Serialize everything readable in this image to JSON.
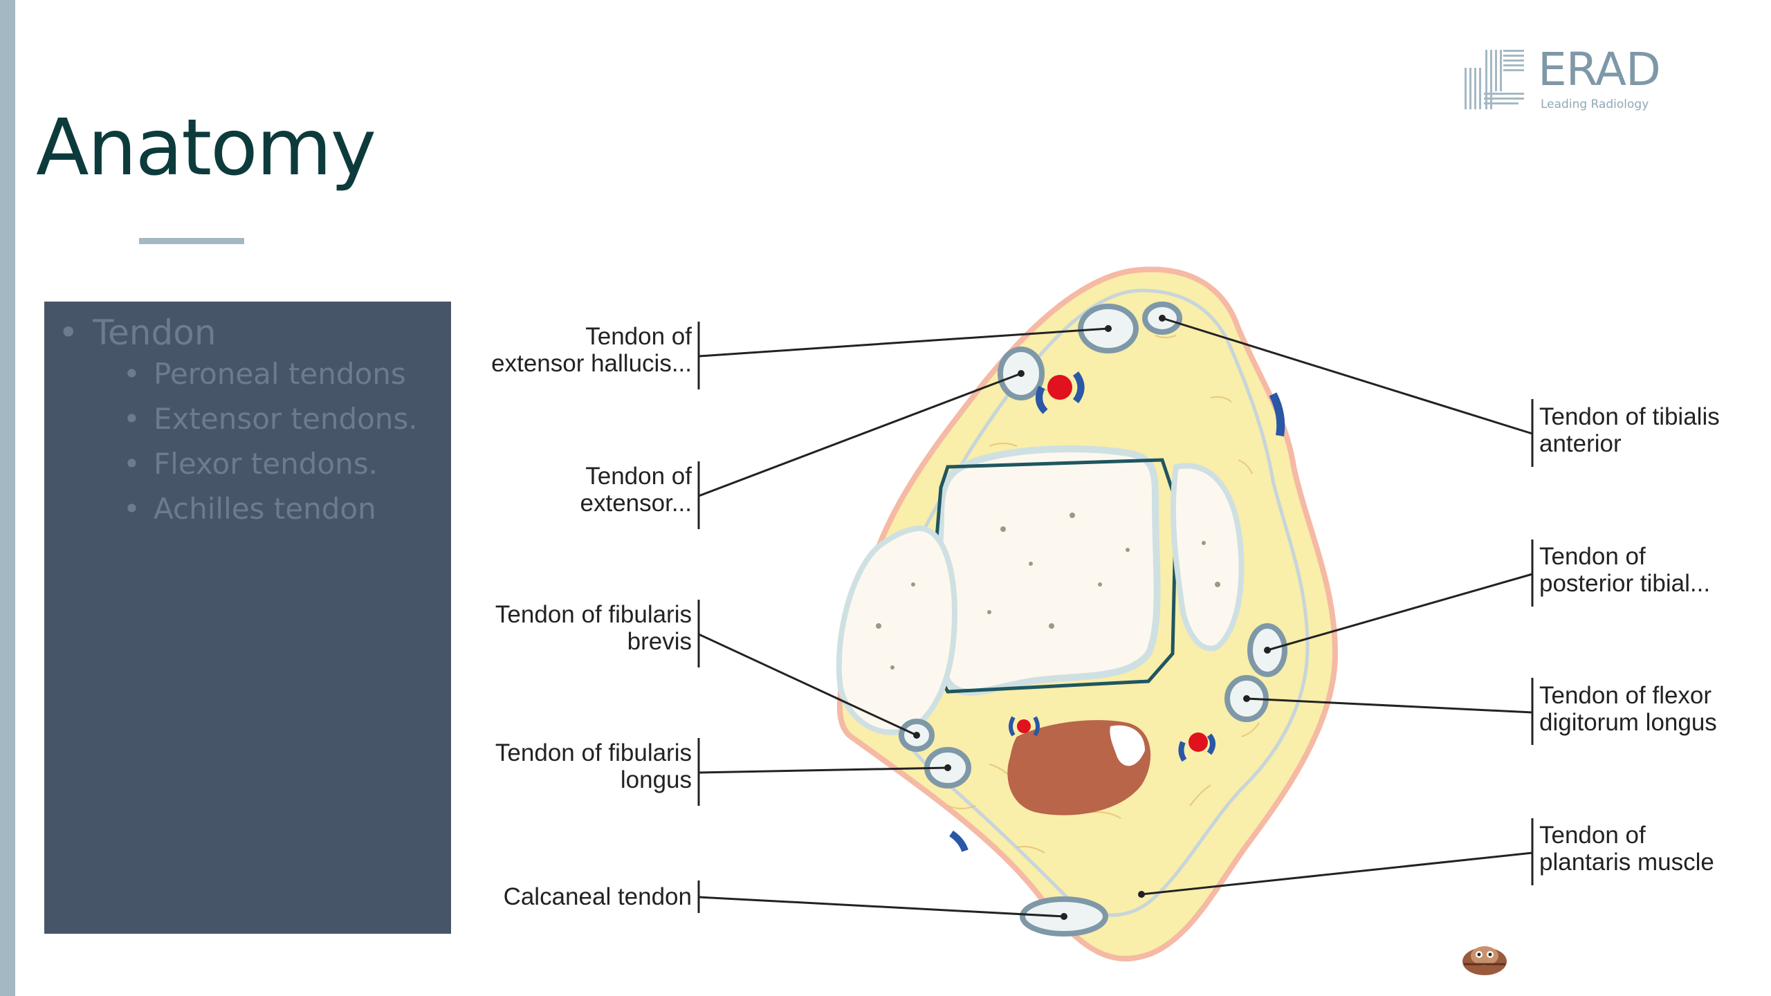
{
  "slide": {
    "title": "Anatomy",
    "logo": {
      "name": "ERAD",
      "tagline": "Leading Radiology",
      "icon": "stripes-logo-icon"
    }
  },
  "bullets": {
    "top": "Tendon",
    "sub": [
      "Peroneal tendons",
      "Extensor tendons.",
      "Flexor tendons.",
      "Achilles tendon"
    ]
  },
  "colors": {
    "accent": "#a4b8c4",
    "title": "#0d3b3c",
    "panel": "#475569",
    "fat": "#f9eeaa",
    "skin": "#f5b9a4",
    "bone": "#fcf8ef",
    "muscle": "#b8654a",
    "artery": "#e0121e",
    "vein": "#2a57a6"
  },
  "diagram": {
    "left_labels": [
      [
        "Tendon of",
        "extensor hallucis..."
      ],
      [
        "Tendon of",
        "extensor..."
      ],
      [
        "Tendon of fibularis",
        "brevis"
      ],
      [
        "Tendon of fibularis",
        "longus"
      ],
      [
        "Calcaneal tendon"
      ]
    ],
    "right_labels": [
      [
        "Tendon of tibialis",
        "anterior"
      ],
      [
        "Tendon of",
        "posterior tibial..."
      ],
      [
        "Tendon of flexor",
        "digitorum longus"
      ],
      [
        "Tendon of",
        "plantaris muscle"
      ]
    ]
  }
}
